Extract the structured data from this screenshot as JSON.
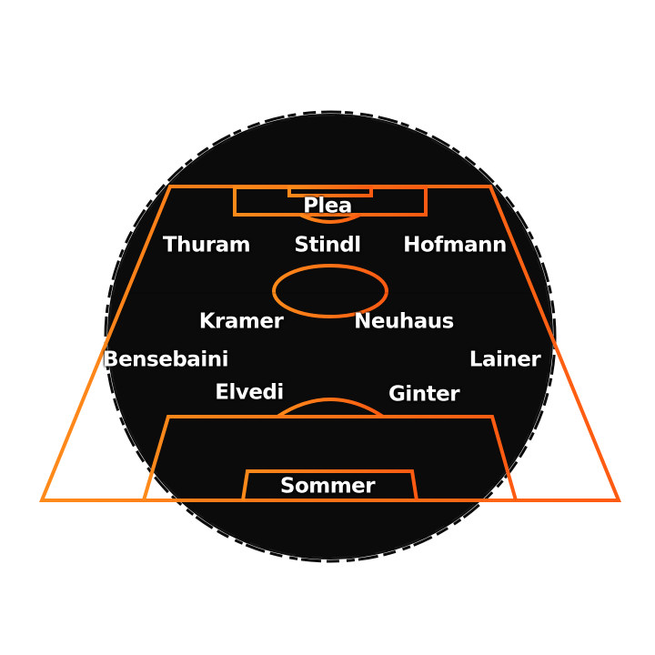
{
  "colors": {
    "background": "#ffffff",
    "circle": "#0b0b0b",
    "line_start": "#ff8a1a",
    "line_end": "#ff5a12",
    "text": "#ffffff"
  },
  "players": {
    "striker": "Plea",
    "left_winger": "Thuram",
    "attacking_mid": "Stindl",
    "right_winger": "Hofmann",
    "left_central_mid": "Kramer",
    "right_central_mid": "Neuhaus",
    "left_back": "Bensebaini",
    "right_back": "Lainer",
    "left_center_back": "Elvedi",
    "right_center_back": "Ginter",
    "goalkeeper": "Sommer"
  }
}
